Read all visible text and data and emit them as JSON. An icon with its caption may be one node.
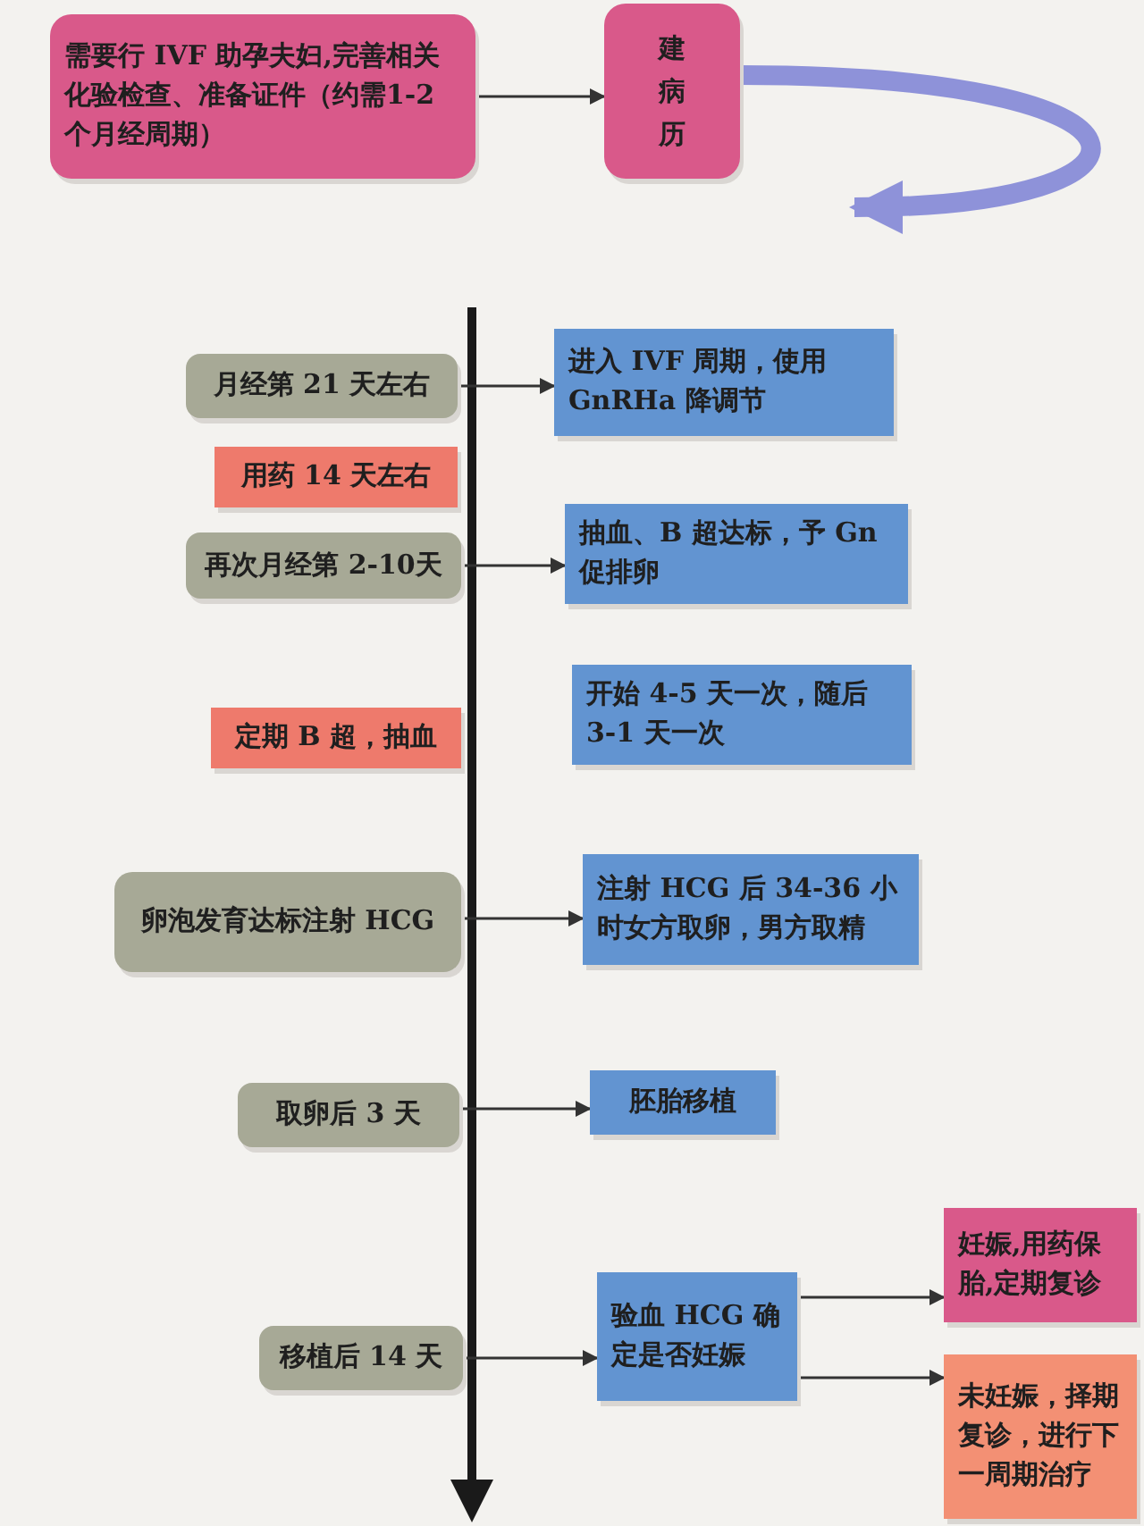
{
  "diagram": {
    "nodes": [
      {
        "text": [
          "需要行 IVF 助孕夫妇,完善相关化验检查、准备证件（约需1-2 个月经周期）"
        ]
      },
      {
        "text": [
          "建病历"
        ]
      },
      {
        "text": [
          "月经第 21 天左右"
        ]
      },
      {
        "text": [
          "进入 IVF 周期，使用GnRHa 降调节"
        ]
      },
      {
        "text": [
          "用药 14 天左右"
        ]
      },
      {
        "text": [
          "再次月经第 2-10天"
        ]
      },
      {
        "text": [
          "抽血、B 超达标，予 Gn促排卵"
        ]
      },
      {
        "text": [
          "定期 B 超，抽血"
        ]
      },
      {
        "text": [
          "开始 4-5 天一次，随后3-1 天一次"
        ]
      },
      {
        "text": [
          "卵泡发育达标注射 HCG"
        ]
      },
      {
        "text": [
          "注射 HCG 后 34-36 小时女方取卵，男方取精"
        ]
      },
      {
        "text": [
          "取卵后 3 天"
        ]
      },
      {
        "text": [
          "胚胎移植"
        ]
      },
      {
        "text": [
          "移植后 14 天"
        ]
      },
      {
        "text": [
          "验血 HCG 确定是否妊娠"
        ]
      },
      {
        "text": [
          "妊娠,用药保胎,定期复诊"
        ]
      },
      {
        "text": [
          "未妊娠，择期复诊，进行下一周期治疗"
        ]
      }
    ],
    "edges": [
      {
        "from": 0,
        "to": 1,
        "arrow": "to"
      },
      {
        "from": 1,
        "to": null,
        "arrow": "to",
        "style": "thick",
        "color": "#8e92d9"
      },
      {
        "from": 2,
        "to": 3,
        "arrow": "to"
      },
      {
        "from": 5,
        "to": 6,
        "arrow": "to"
      },
      {
        "from": 9,
        "to": 10,
        "arrow": "to"
      },
      {
        "from": 11,
        "to": 12,
        "arrow": "to"
      },
      {
        "from": 13,
        "to": 14,
        "arrow": "to"
      },
      {
        "from": 14,
        "to": 15,
        "arrow": "to"
      },
      {
        "from": 14,
        "to": 16,
        "arrow": "to"
      }
    ]
  }
}
